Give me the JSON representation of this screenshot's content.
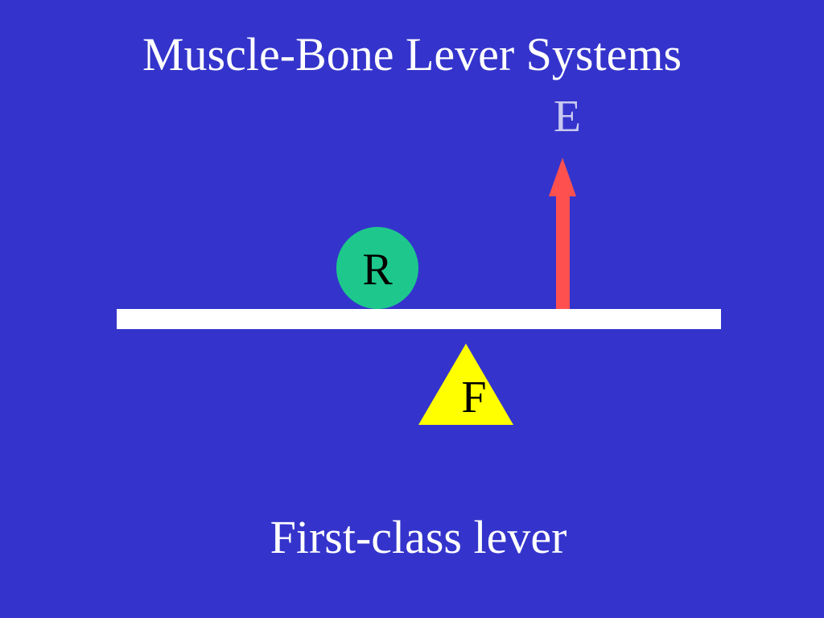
{
  "slide": {
    "title": "Muscle-Bone Lever Systems",
    "caption": "First-class lever",
    "background_color": "#3434cc"
  },
  "diagram": {
    "effort": {
      "label": "E",
      "label_color": "#c8c8f0",
      "arrow_color": "#ff5050"
    },
    "resistance": {
      "label": "R",
      "color": "#1ec88c"
    },
    "fulcrum": {
      "label": "F",
      "color": "#ffff00"
    },
    "beam": {
      "color": "#ffffff"
    }
  }
}
